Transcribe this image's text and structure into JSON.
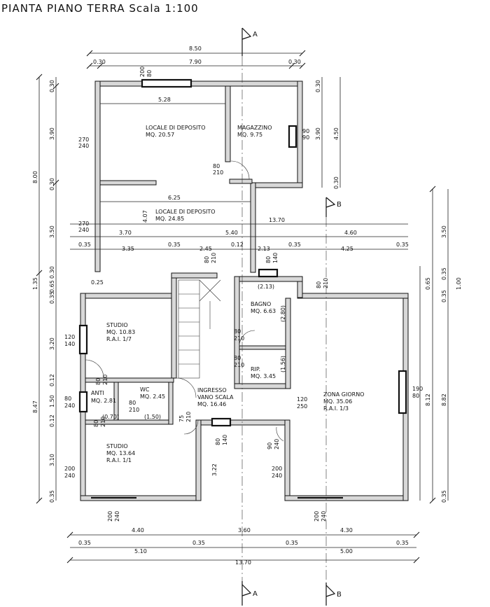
{
  "title": "PIANTA PIANO TERRA Scala 1:100",
  "section_markers": {
    "a": "A",
    "b": "B"
  },
  "rooms": [
    {
      "id": "deposito-1",
      "lines": [
        "LOCALE DI DEPOSITO",
        "MQ. 20.57"
      ]
    },
    {
      "id": "magazzino",
      "lines": [
        "MAGAZZINO",
        "MQ. 9.75"
      ]
    },
    {
      "id": "deposito-2",
      "lines": [
        "LOCALE DI DEPOSITO",
        "MQ. 24.85"
      ]
    },
    {
      "id": "studio-1",
      "lines": [
        "STUDIO",
        "MQ. 10.83",
        "R.A.I. 1/7"
      ]
    },
    {
      "id": "bagno",
      "lines": [
        "BAGNO",
        "MQ. 6.63"
      ]
    },
    {
      "id": "anti",
      "lines": [
        "ANTI",
        "MQ. 2.81"
      ]
    },
    {
      "id": "wc",
      "lines": [
        "WC",
        "MQ. 2.45"
      ]
    },
    {
      "id": "rip",
      "lines": [
        "RIP.",
        "MQ. 3.45"
      ]
    },
    {
      "id": "ingresso",
      "lines": [
        "INGRESSO",
        "VANO SCALA",
        "MQ. 16.46"
      ]
    },
    {
      "id": "zona-giorno",
      "lines": [
        "ZONA GIORNO",
        "MQ. 35.06",
        "R.A.I. 1/3"
      ]
    },
    {
      "id": "studio-2",
      "lines": [
        "STUDIO",
        "MQ. 13.64",
        "R.A.I. 1/1"
      ]
    }
  ],
  "dimensions": {
    "top": [
      "8.50",
      "7.90",
      "0.30",
      "0.30",
      "5.28",
      "6.25",
      "13.70"
    ],
    "middle": [
      "3.70",
      "5.40",
      "4.60",
      "0.35",
      "3.35",
      "0.35",
      "2.45",
      "0.12",
      "2.13",
      "0.35",
      "4.25",
      "0.35"
    ],
    "bottom": [
      "4.40",
      "3.60",
      "4.30",
      "0.35",
      "0.35",
      "0.35",
      "0.35",
      "5.10",
      "5.00",
      "13.70"
    ],
    "left": [
      "0.30",
      "3.90",
      "8.00",
      "0.30",
      "3.50",
      "1.35",
      "0.30",
      "0.65",
      "0.35",
      "3.20",
      "0.12",
      "1.50",
      "8.47",
      "0.12",
      "3.10",
      "0.35"
    ],
    "right_upper": [
      "0.30",
      "3.90",
      "4.50",
      "0.30"
    ],
    "right": [
      "3.50",
      "0.65",
      "0.35",
      "1.00",
      "0.35",
      "8.12",
      "8.82",
      "0.35"
    ],
    "interior": [
      "4.07",
      "3.22",
      "(2.13)",
      "(2.80)",
      "(1.56)",
      "(1.50)",
      "(0.70)",
      "0.25"
    ]
  },
  "openings": [
    "200",
    "80",
    "270",
    "240",
    "90",
    "90",
    "80",
    "210",
    "270",
    "240",
    "80",
    "210",
    "80",
    "140",
    "80",
    "210",
    "120",
    "140",
    "80",
    "210",
    "80",
    "210",
    "80",
    "210",
    "80",
    "210",
    "80",
    "210",
    "120",
    "250",
    "190",
    "80",
    "75",
    "210",
    "90",
    "240",
    "80",
    "140",
    "200",
    "240",
    "200",
    "240",
    "200",
    "240",
    "200",
    "240",
    "80",
    "240"
  ]
}
